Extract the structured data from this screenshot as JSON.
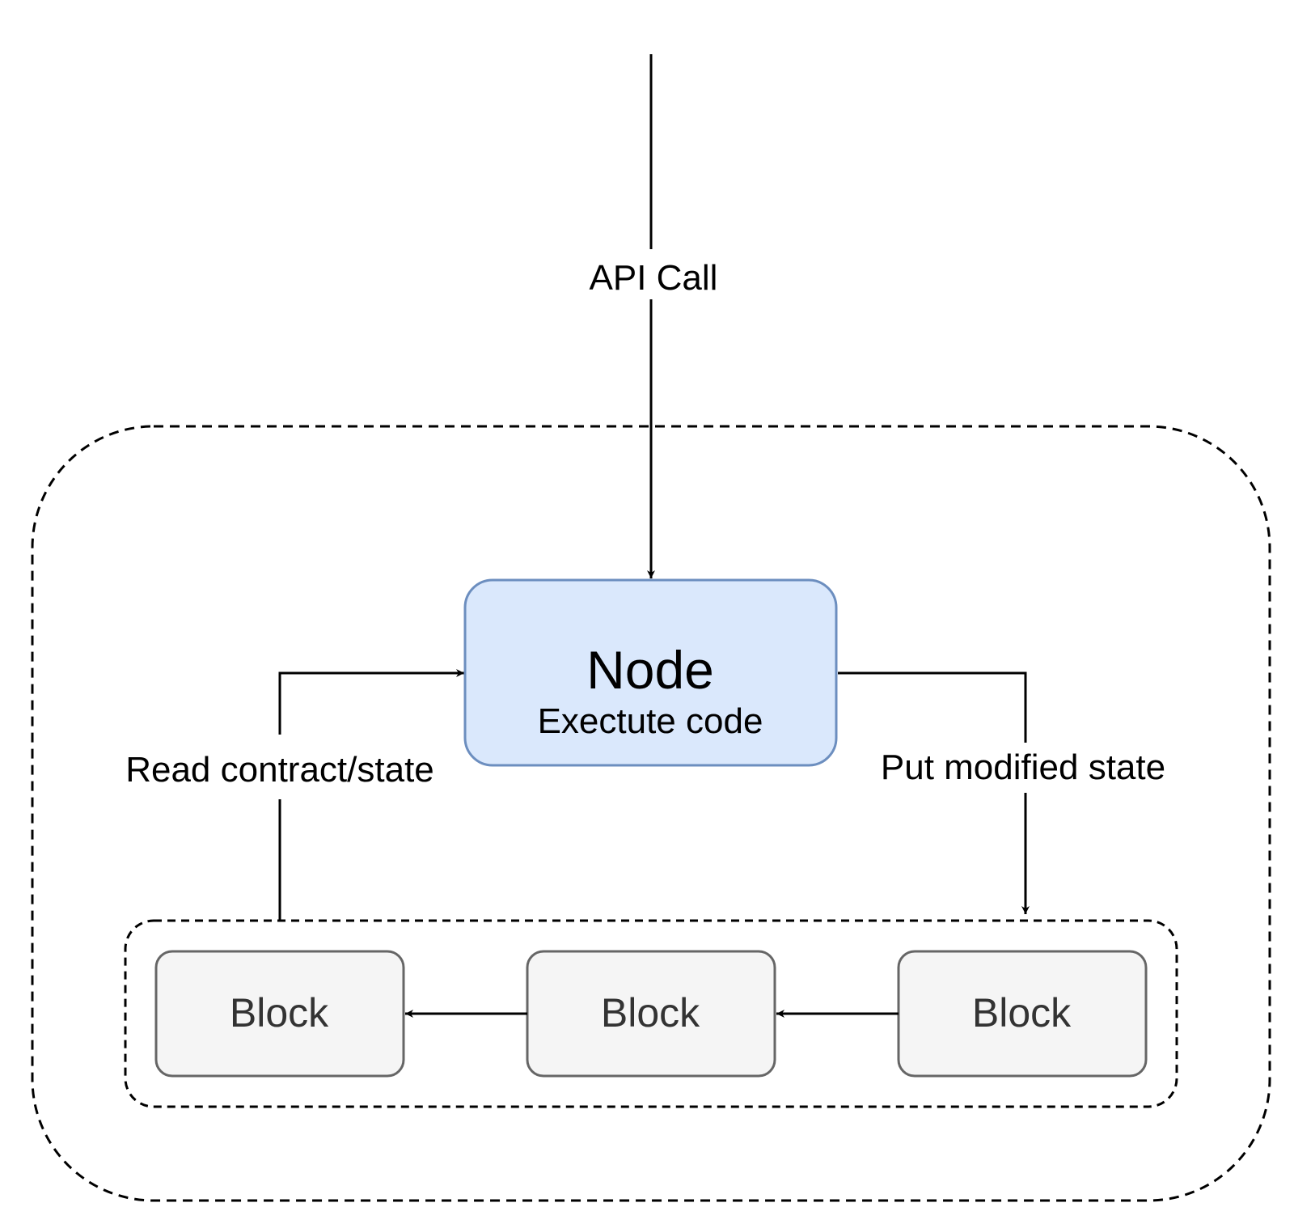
{
  "edges": {
    "api_call": "API Call",
    "read": "Read contract/state",
    "put": "Put modified state"
  },
  "node": {
    "title": "Node",
    "subtitle": "Exectute code",
    "fill": "#dae8fc",
    "stroke": "#6c8ebf"
  },
  "blocks": [
    {
      "label": "Block"
    },
    {
      "label": "Block"
    },
    {
      "label": "Block"
    }
  ],
  "block_style": {
    "fill": "#f5f5f5",
    "stroke": "#666666"
  }
}
